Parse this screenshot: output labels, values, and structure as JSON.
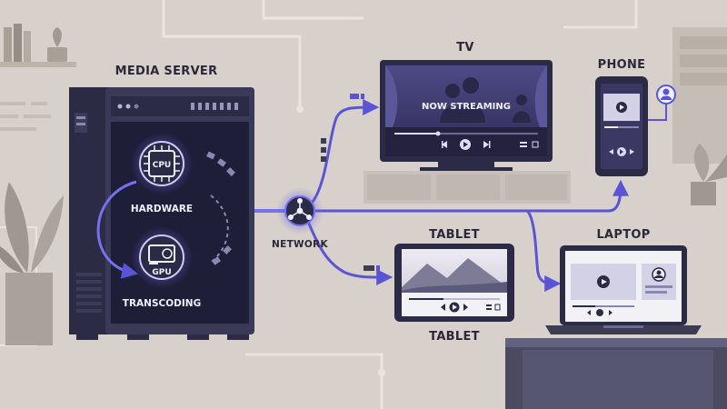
{
  "diagram": {
    "server": {
      "title": "MEDIA SERVER",
      "hardware_label": "HARDWARE",
      "transcoding_label": "TRANSCODING",
      "cpu_label": "CPU",
      "gpu_label": "GPU"
    },
    "network_label": "NETWORK",
    "devices": {
      "tv": {
        "title": "TV",
        "screen_text": "NOW STREAMING"
      },
      "phone": {
        "title": "PHONE"
      },
      "tablet": {
        "title": "TABLET",
        "caption": "TABLET"
      },
      "laptop": {
        "title": "LAPTOP"
      }
    }
  },
  "colors": {
    "background": "#d8d1cb",
    "accent": "#5a55d6",
    "dark": "#2c2b45",
    "screen": "#3b3963"
  }
}
